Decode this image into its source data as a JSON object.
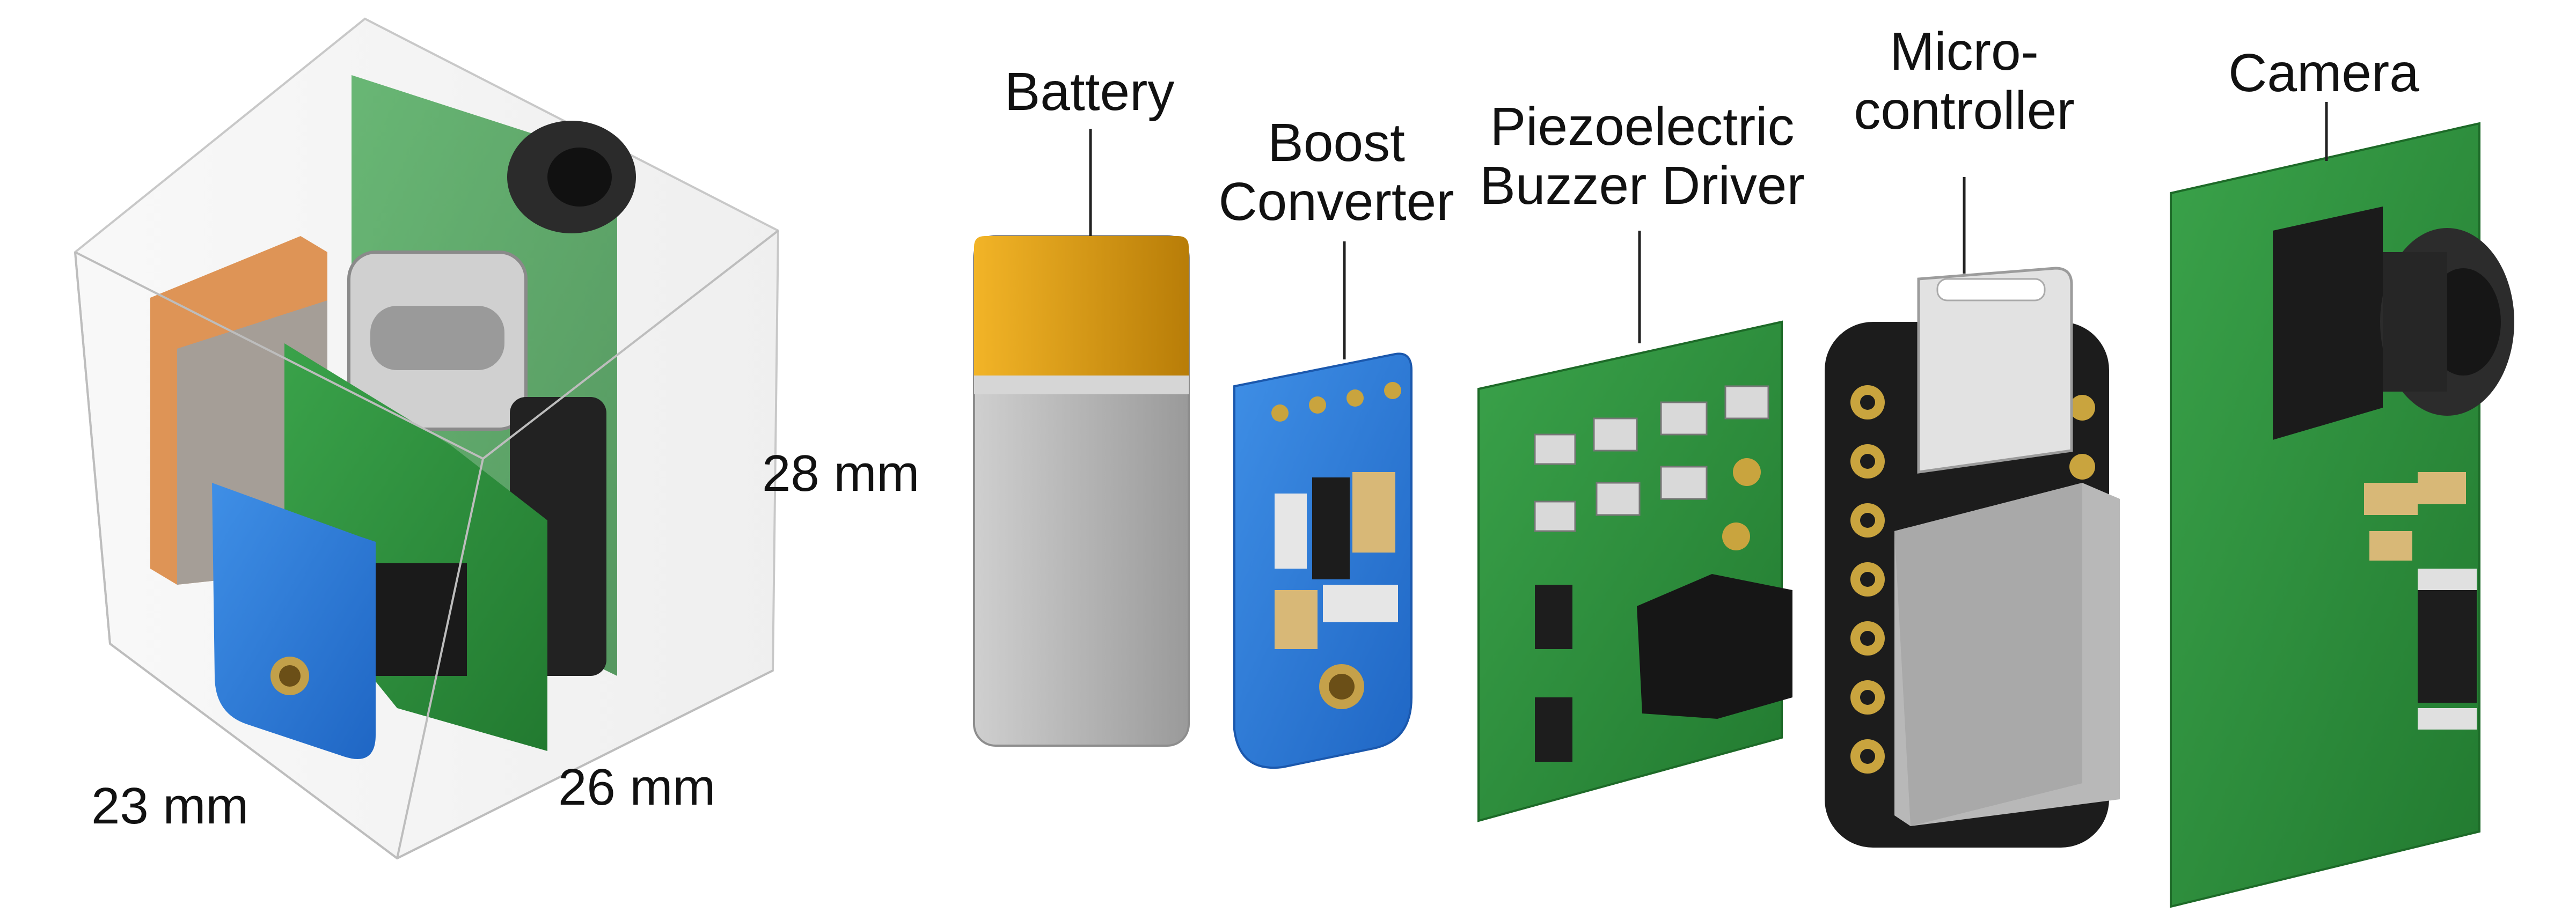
{
  "dimensions": {
    "height": "28 mm",
    "depth": "26 mm",
    "width": "23 mm"
  },
  "labels": {
    "battery": "Battery",
    "boost_line1": "Boost",
    "boost_line2": "Converter",
    "piezo_line1": "Piezoelectric",
    "piezo_line2": "Buzzer Driver",
    "mcu_line1": "Micro-",
    "mcu_line2": "controller",
    "camera": "Camera"
  },
  "colors": {
    "pcb_green": "#2f8a3c",
    "pcb_blue": "#2f7fdc",
    "battery_gold": "#d79a12",
    "battery_body": "#b9b9b9",
    "mcu_black": "#1c1c1c"
  }
}
